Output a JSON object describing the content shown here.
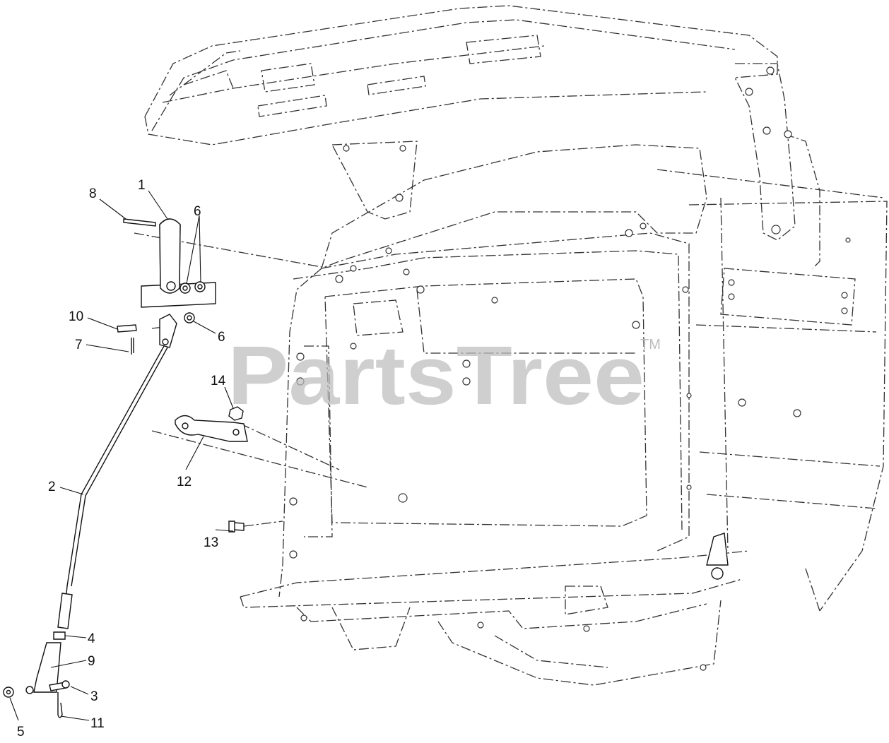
{
  "watermark": {
    "text": "PartsTree",
    "trademark": "TM"
  },
  "callouts": [
    {
      "id": "c1",
      "label": "1"
    },
    {
      "id": "c2",
      "label": "2"
    },
    {
      "id": "c3",
      "label": "3"
    },
    {
      "id": "c4",
      "label": "4"
    },
    {
      "id": "c5",
      "label": "5"
    },
    {
      "id": "c6a",
      "label": "6"
    },
    {
      "id": "c6b",
      "label": "6"
    },
    {
      "id": "c7",
      "label": "7"
    },
    {
      "id": "c8",
      "label": "8"
    },
    {
      "id": "c9",
      "label": "9"
    },
    {
      "id": "c10",
      "label": "10"
    },
    {
      "id": "c11",
      "label": "11"
    },
    {
      "id": "c12",
      "label": "12"
    },
    {
      "id": "c13",
      "label": "13"
    },
    {
      "id": "c14",
      "label": "14"
    }
  ]
}
